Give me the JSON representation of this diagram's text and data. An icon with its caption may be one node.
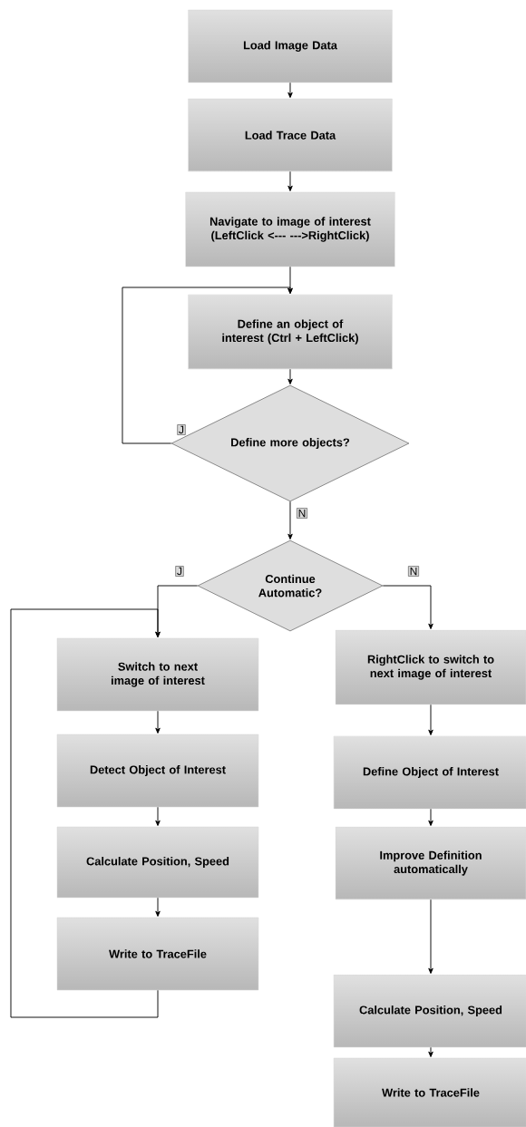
{
  "diagram": {
    "nodes": [
      {
        "text": [
          "Load Image Data"
        ]
      },
      {
        "text": [
          "Load Trace Data"
        ]
      },
      {
        "text": [
          "Navigate to image of interest (LeftClick <--- --->RightClick)"
        ]
      },
      {
        "text": [
          "Define an object of interest (Ctrl + LeftClick)"
        ]
      },
      {
        "text": [
          "Define more objects?"
        ]
      },
      {
        "text": [
          "Continue Automatic?"
        ]
      },
      {
        "text": [
          "Switch to next image of interest"
        ]
      },
      {
        "text": [
          "Detect Object of Interest"
        ]
      },
      {
        "text": [
          "Calculate Position, Speed"
        ]
      },
      {
        "text": [
          "Write to TraceFile"
        ]
      },
      {
        "text": [
          "RightClick to switch to next image of interest"
        ]
      },
      {
        "text": [
          "Define Object of Interest"
        ]
      },
      {
        "text": [
          "Improve Definition automatically"
        ]
      },
      {
        "text": [
          "Calculate Position, Speed"
        ]
      },
      {
        "text": [
          "Write to TraceFile"
        ]
      }
    ],
    "edges": [
      {
        "from": 0,
        "to": 1,
        "arrow": "to"
      },
      {
        "from": 1,
        "to": 2,
        "arrow": "to"
      },
      {
        "from": 2,
        "to": 3,
        "arrow": "to"
      },
      {
        "from": 3,
        "to": 4,
        "arrow": "to"
      },
      {
        "from": 4,
        "to": 3,
        "arrow": "to",
        "label": "J"
      },
      {
        "from": 4,
        "to": 5,
        "arrow": "to",
        "label": "N"
      },
      {
        "from": 5,
        "to": 6,
        "arrow": "to",
        "label": "J"
      },
      {
        "from": 5,
        "to": 10,
        "arrow": "to",
        "label": "N"
      },
      {
        "from": 6,
        "to": 7,
        "arrow": "to"
      },
      {
        "from": 7,
        "to": 8,
        "arrow": "to"
      },
      {
        "from": 8,
        "to": 9,
        "arrow": "to"
      },
      {
        "from": 9,
        "to": 6,
        "arrow": "to"
      },
      {
        "from": 10,
        "to": 11,
        "arrow": "to"
      },
      {
        "from": 11,
        "to": 12,
        "arrow": "to"
      },
      {
        "from": 12,
        "to": 13,
        "arrow": "to"
      },
      {
        "from": 13,
        "to": 14,
        "arrow": "to"
      }
    ]
  }
}
